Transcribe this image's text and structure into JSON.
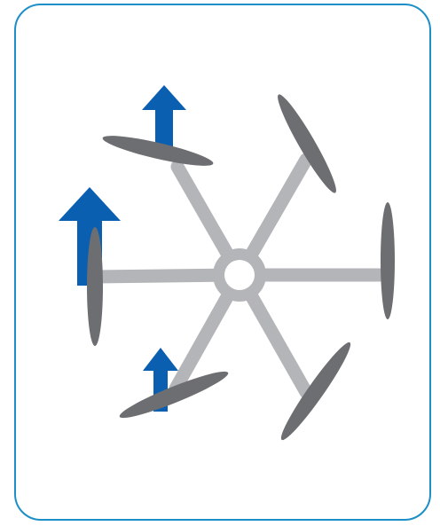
{
  "diagram": {
    "subject": "hexacopter-thrust-vectors",
    "colors": {
      "frame_border": "#1c8fc7",
      "arm": "#b4b5b8",
      "hub": "#b4b5b8",
      "hub_center": "#ffffff",
      "propeller": "#6d6e71",
      "thrust_arrow": "#0b5fb0"
    },
    "arms": [
      {
        "name": "arm-upper-left"
      },
      {
        "name": "arm-upper-right"
      },
      {
        "name": "arm-right"
      },
      {
        "name": "arm-lower-right"
      },
      {
        "name": "arm-lower-left"
      },
      {
        "name": "arm-left"
      }
    ],
    "thrust_arrows": [
      {
        "name": "thrust-arrow-upper-left",
        "relative_magnitude": "medium"
      },
      {
        "name": "thrust-arrow-left",
        "relative_magnitude": "large"
      },
      {
        "name": "thrust-arrow-lower-left",
        "relative_magnitude": "small"
      }
    ]
  }
}
